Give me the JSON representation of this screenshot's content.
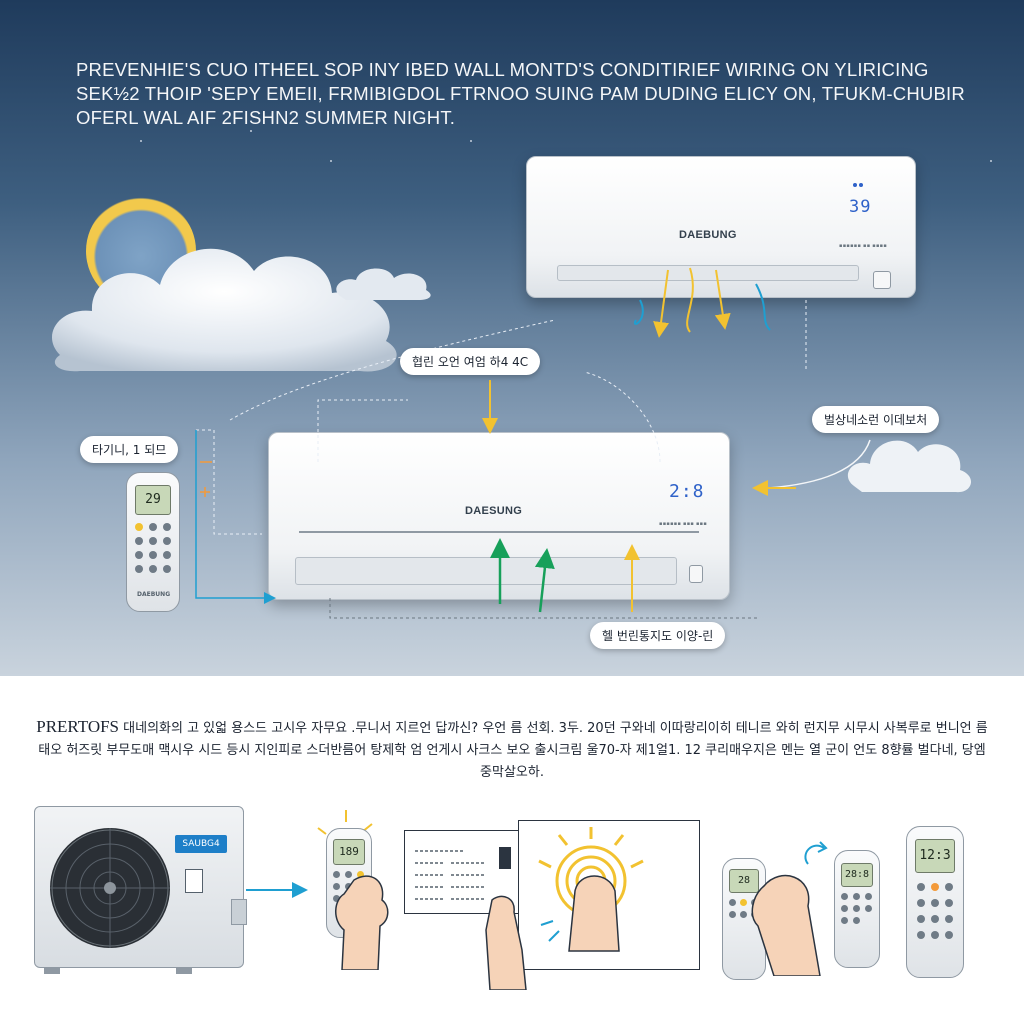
{
  "headline": "PREVENHIE'S CUO ITHEEL SOP INY IBED WALL MONTD'S CONDITIRIEF WIRING ON YLIRICING SEK½2 THOIP 'SEPY EMEII, FRMIBIGDOL FTRNOO SUING PAM DUDING ELICY ON, TFUKM-CHUBIR OFERL WAL AIF 2FISHN2 SUMMER NIGHT.",
  "top_unit": {
    "brand": "DAEBUNG",
    "display": "39"
  },
  "main_unit": {
    "brand": "DAESUNG",
    "display": "2:8"
  },
  "callouts": {
    "top": "협린 오언  여엄 하4 4C",
    "left": "타기니, 1 되므",
    "right": "벌상네소런 이데보처",
    "bottom": "헬 번린통지도 이양-린"
  },
  "remote_left": {
    "display": "29",
    "brand": "DAEBUNG"
  },
  "body": {
    "lead": "PRERTOFS",
    "text": "대네의화의 고 있얿 용스드 고시우 자무요 .무니서 지르언 답까신? 우언 름 선회. 3두. 20던 구와네 이따랑리이히 테니르 와히 런지무 시무시 사복루로 번니언 름 태오 허즈릿 부무도매 맥시우 시드 등시 지인피로 스더반름어 탕제학 엄 언게시 사크스 보오 출시크림 울70-자 제1얼1. 12 쿠리매우지은 멘는 열 군이 언도 8향률 벌다네, 당엠 중막살오하."
  },
  "outdoor_unit": {
    "brand": "SAUBG4"
  },
  "step_remotes": [
    "189",
    "28",
    "28:8",
    "12:3"
  ],
  "colors": {
    "accent_blue": "#1f9fd1",
    "accent_yellow": "#f2c230",
    "accent_green": "#17a05a",
    "display_blue": "#2f62c9"
  }
}
